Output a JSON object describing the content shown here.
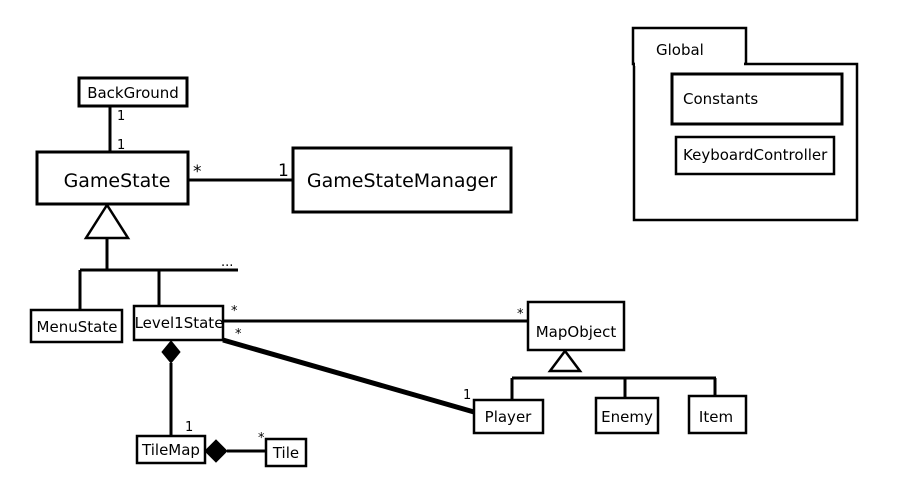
{
  "classes": {
    "background": "BackGround",
    "gamestate": "GameState",
    "gamestatemanager": "GameStateManager",
    "menustate": "MenuState",
    "level1state": "Level1State",
    "mapobject": "MapObject",
    "player": "Player",
    "enemy": "Enemy",
    "item": "Item",
    "tilemap": "TileMap",
    "tile": "Tile"
  },
  "package": {
    "name": "Global",
    "constants": "Constants",
    "keyboard": "KeyboardController"
  },
  "ellipsis": "...",
  "multiplicities": {
    "bg_top": "1",
    "bg_bottom": "1",
    "gs_manager_star": "*",
    "gs_manager_one": "1",
    "level_map_star": "*",
    "map_level_star": "*",
    "level_player_star": "*",
    "player_one": "1",
    "tilemap_one": "1",
    "tile_star": "*"
  }
}
